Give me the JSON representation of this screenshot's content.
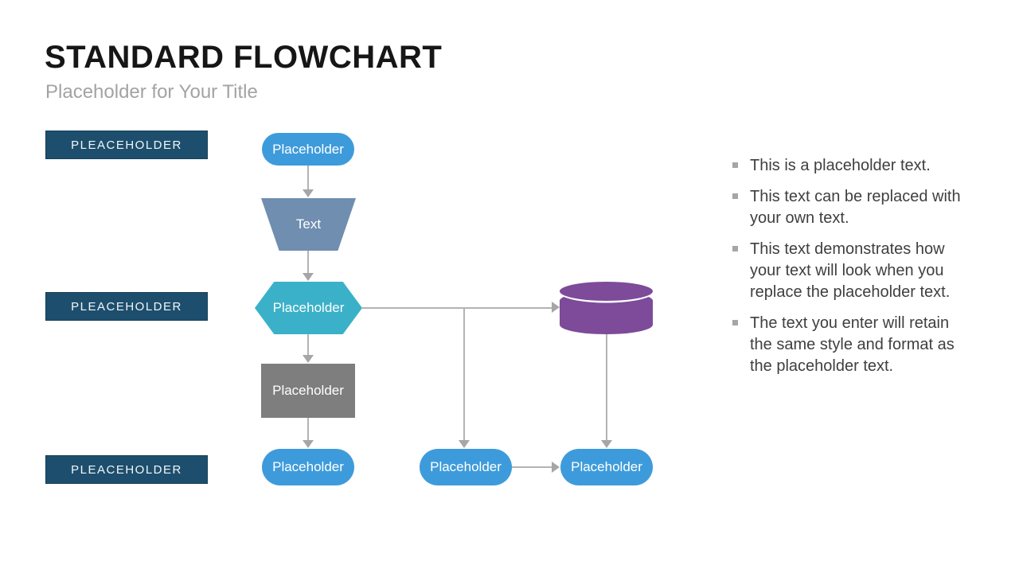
{
  "slide": {
    "title": "STANDARD FLOWCHART",
    "subtitle": "Placeholder for Your Title"
  },
  "left_labels": [
    "PLEACEHOLDER",
    "PLEACEHOLDER",
    "PLEACEHOLDER"
  ],
  "flowchart": {
    "nodes": [
      {
        "id": "start",
        "type": "stadium",
        "label": "Placeholder",
        "color": "#3e9bdb"
      },
      {
        "id": "funnel",
        "type": "trapezoid",
        "label": "Text",
        "color": "#6f8eb0"
      },
      {
        "id": "decision",
        "type": "hexagon",
        "label": "Placeholder",
        "color": "#3ab1c8"
      },
      {
        "id": "process",
        "type": "rectangle",
        "label": "Placeholder",
        "color": "#7e7e7e"
      },
      {
        "id": "end1",
        "type": "stadium",
        "label": "Placeholder",
        "color": "#3e9bdb"
      },
      {
        "id": "end2",
        "type": "stadium",
        "label": "Placeholder",
        "color": "#3e9bdb"
      },
      {
        "id": "end3",
        "type": "stadium",
        "label": "Placeholder",
        "color": "#3e9bdb"
      },
      {
        "id": "database",
        "type": "cylinder",
        "label": "",
        "color": "#7d4b99"
      }
    ],
    "connector_color": "#b3b3b3",
    "arrowhead_color": "#a6a6a6"
  },
  "bullets": [
    "This is a placeholder text.",
    "This text can be replaced with your own text.",
    "This text demonstrates how your text will look when you replace the placeholder text.",
    "The text you enter will retain the same style and format as the placeholder text."
  ],
  "colors": {
    "navy_label": "#1d4e6d",
    "title_text": "#161616",
    "subtitle_text": "#a3a3a3",
    "body_text": "#3f3f3f",
    "bullet_marker": "#a6a6a6"
  }
}
